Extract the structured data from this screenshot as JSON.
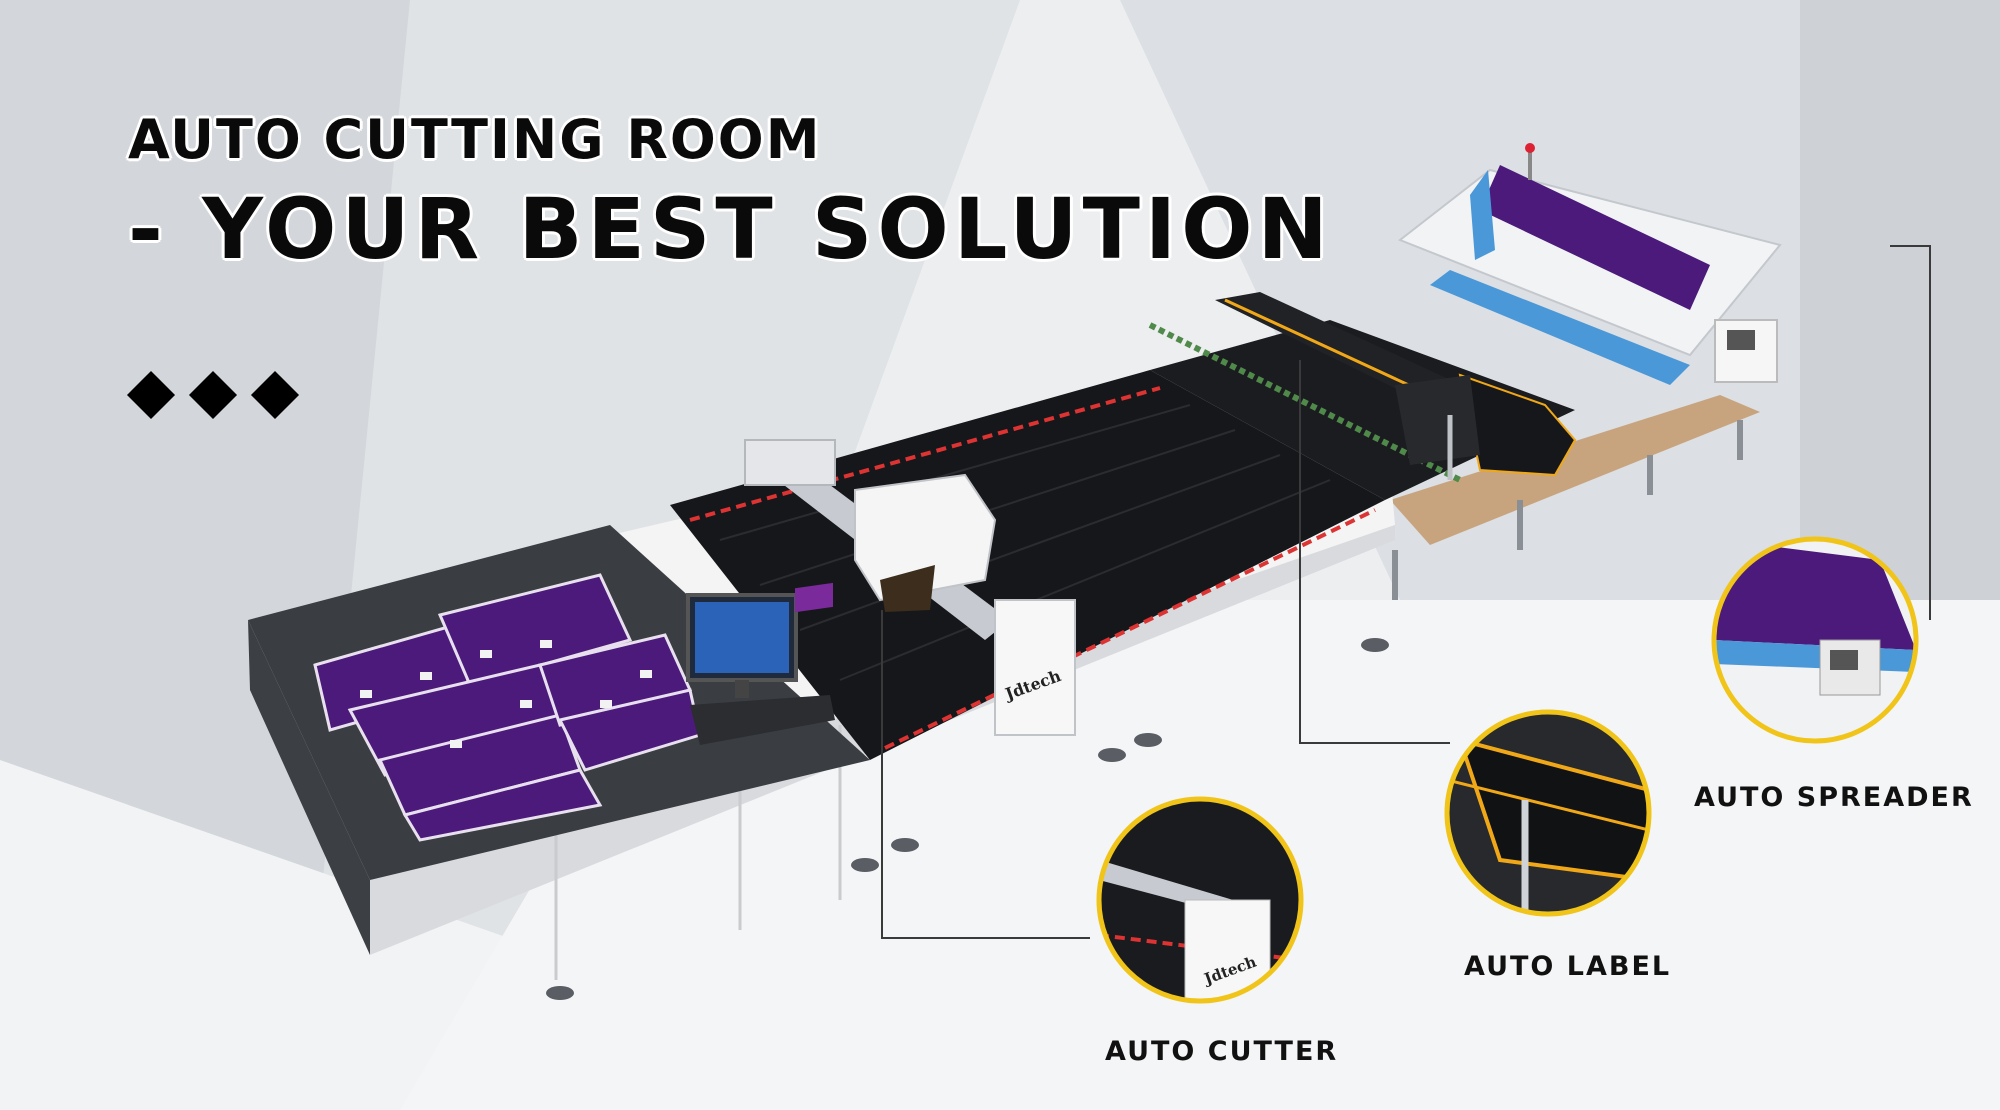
{
  "headline": {
    "line1": "AUTO CUTTING ROOM",
    "line2": "- YOUR BEST SOLUTION"
  },
  "decoration": {
    "diamond_count": 3,
    "icon": "diamond-icon"
  },
  "machine": {
    "brand": "Jdtech"
  },
  "callouts": {
    "spreader": "AUTO SPREADER",
    "label": "AUTO LABEL",
    "cutter": "AUTO CUTTER"
  },
  "colors": {
    "fabric": "#4b1a7a",
    "callout_ring": "#f0c419",
    "label_rail": "#f0a818",
    "spreader_blue": "#4a98d8"
  }
}
